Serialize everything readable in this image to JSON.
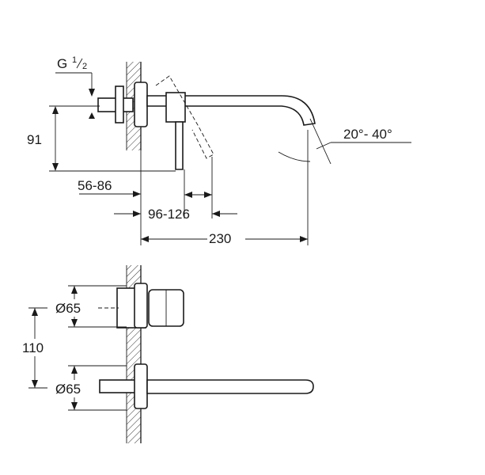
{
  "side_view": {
    "thread_label": "G",
    "thread_num": "1",
    "thread_den": "2",
    "dim_height": "91",
    "dim_wall_depth": "56-86",
    "dim_lever": "96-126",
    "dim_length": "230",
    "dim_angle": "20°- 40°"
  },
  "front_view": {
    "dim_top_diameter": "Ø65",
    "dim_spacing": "110",
    "dim_bottom_diameter": "Ø65"
  }
}
